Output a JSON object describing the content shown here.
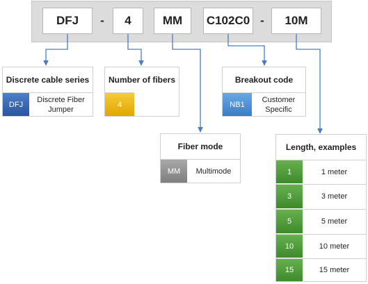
{
  "code_bar": {
    "segments": [
      "DFJ",
      "4",
      "MM",
      "C102C0",
      "10M"
    ],
    "separator": "-"
  },
  "cards": {
    "series": {
      "title": "Discrete cable series",
      "code": "DFJ",
      "description": "Discrete Fiber Jumper",
      "color": "#2e5ea8"
    },
    "fibers": {
      "title": "Number of fibers",
      "code": "4",
      "color": "#f0b400"
    },
    "breakout": {
      "title": "Breakout code",
      "code": "NB1",
      "description": "Customer Specific",
      "color": "#4a8fd4"
    },
    "mode": {
      "title": "Fiber mode",
      "code": "MM",
      "description": "Multimode",
      "color": "#8c8c8c"
    },
    "length": {
      "title": "Length, examples",
      "color": "#4f9a3a",
      "rows": [
        {
          "code": "1",
          "description": "1 meter"
        },
        {
          "code": "3",
          "description": "3 meter"
        },
        {
          "code": "5",
          "description": "5 meter"
        },
        {
          "code": "10",
          "description": "10 meter"
        },
        {
          "code": "15",
          "description": "15 meter"
        }
      ]
    }
  },
  "connector_color": "#4a7cc0"
}
